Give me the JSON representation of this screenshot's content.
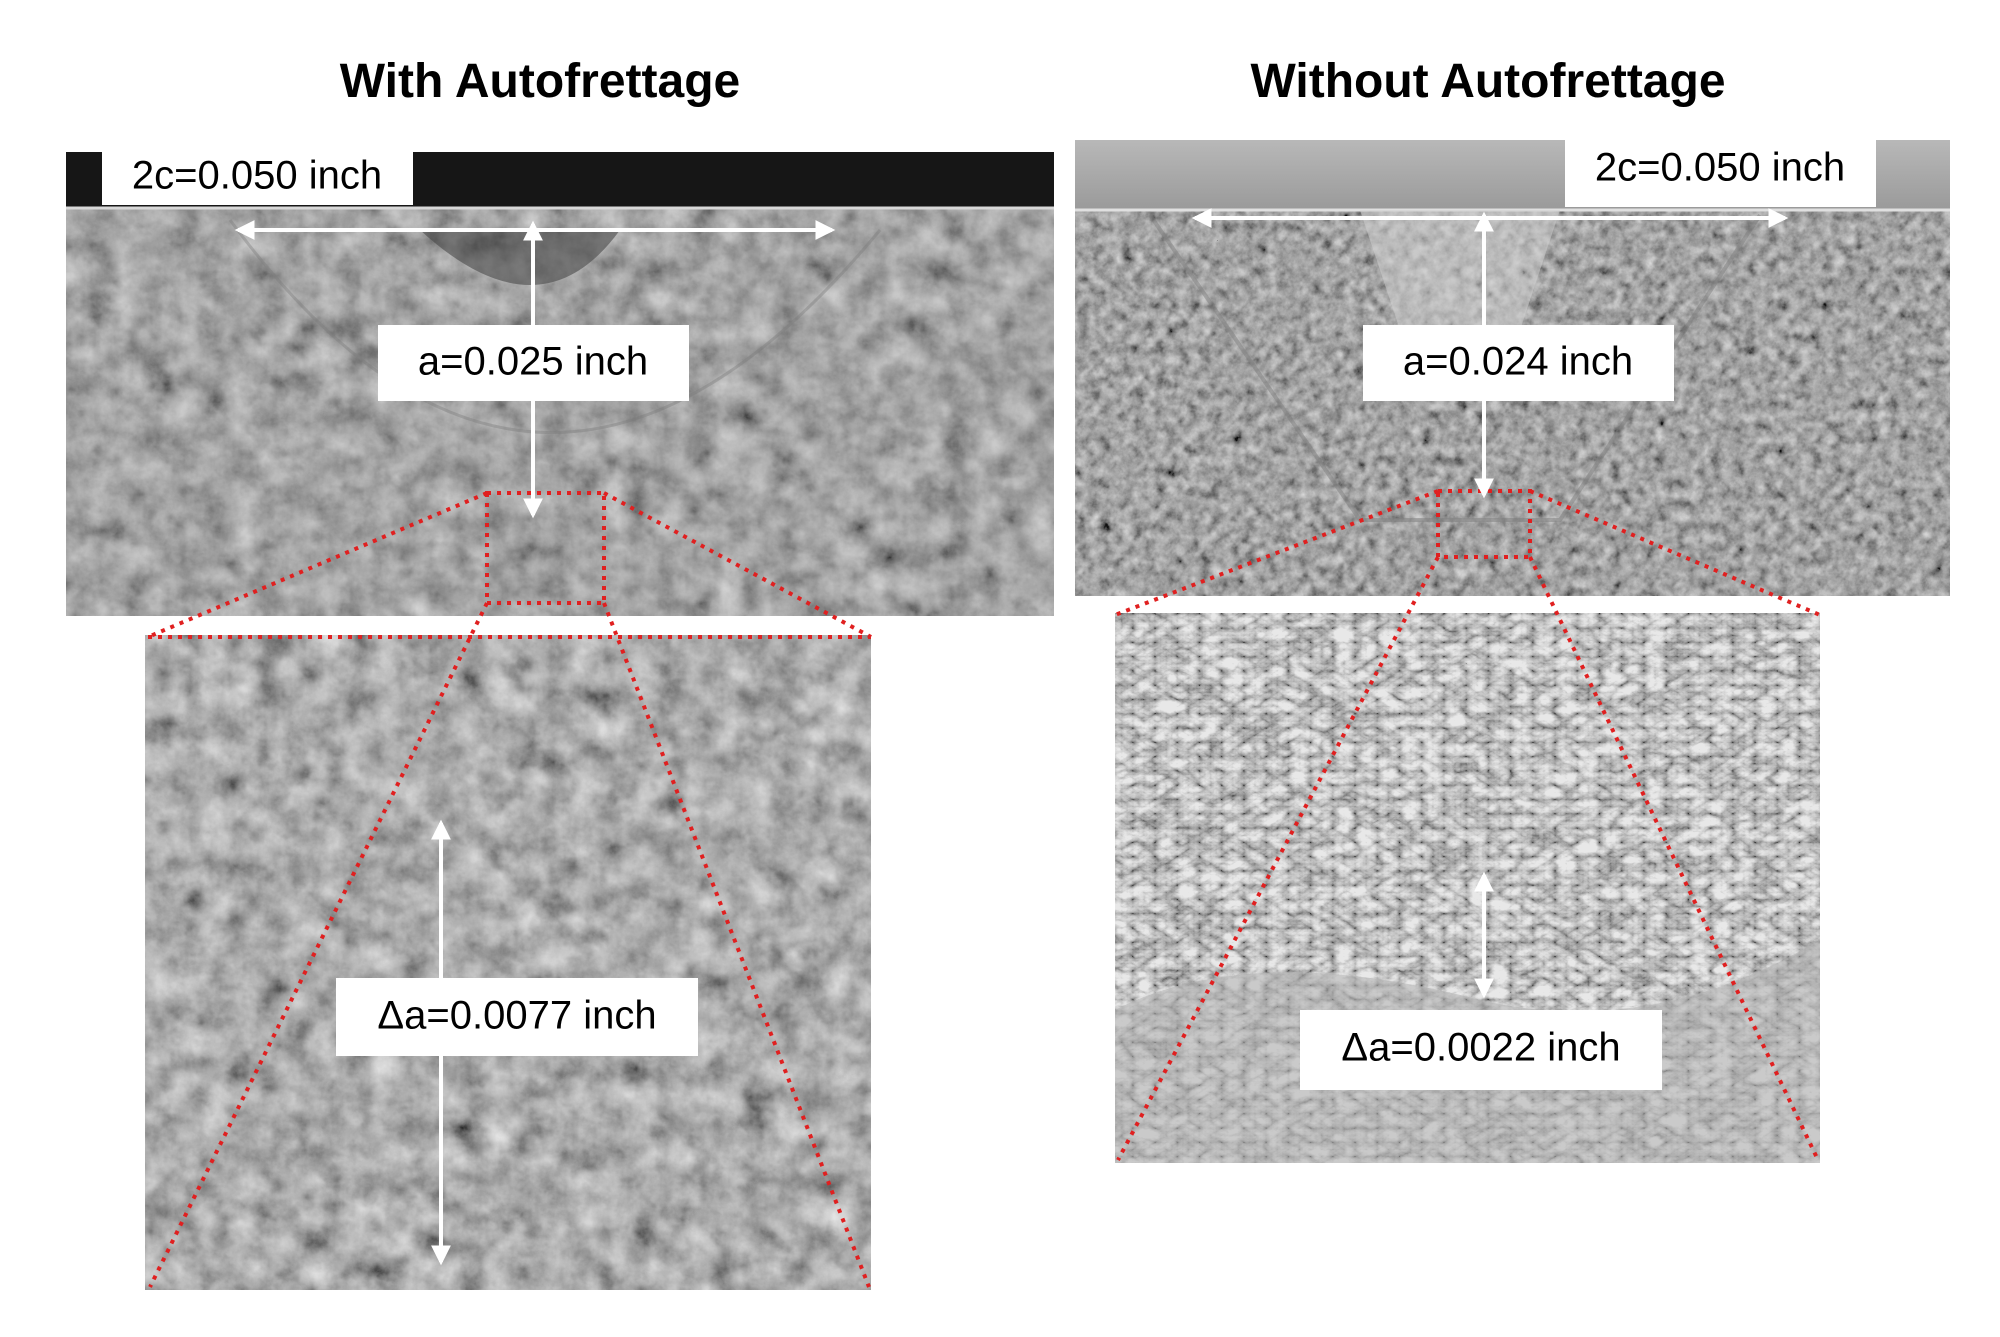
{
  "panels": {
    "left": {
      "title": "With Autofrettage",
      "width_label": "2c=0.050 inch",
      "depth_label": "a=0.025 inch",
      "growth_label": "Δa=0.0077 inch"
    },
    "right": {
      "title": "Without Autofrettage",
      "width_label": "2c=0.050 inch",
      "depth_label": "a=0.024 inch",
      "growth_label": "Δa=0.0022 inch"
    }
  },
  "colors": {
    "zoom_lines": "#e02020",
    "arrows": "#ffffff",
    "label_bg": "#ffffff"
  }
}
